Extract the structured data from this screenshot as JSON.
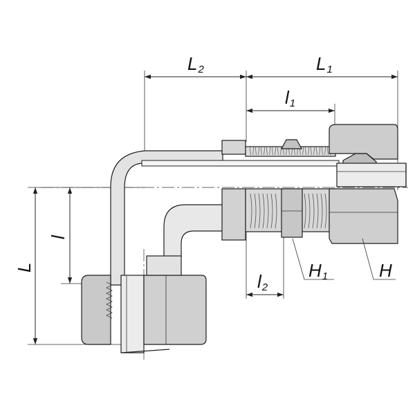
{
  "labels": {
    "L": {
      "main": "L",
      "sub": ""
    },
    "L1": {
      "main": "L",
      "sub": "1"
    },
    "L2": {
      "main": "L",
      "sub": "2"
    },
    "l": {
      "main": "l",
      "sub": ""
    },
    "l1": {
      "main": "l",
      "sub": "1"
    },
    "l2": {
      "main": "l",
      "sub": "2"
    },
    "H": {
      "main": "H",
      "sub": ""
    },
    "H1": {
      "main": "H",
      "sub": "1"
    }
  },
  "colors": {
    "metal_light": "#e6e6e6",
    "metal_mid": "#cfcfcf",
    "metal_dark": "#b9b9b9",
    "outline": "#1e1e1e",
    "background": "#ffffff"
  }
}
